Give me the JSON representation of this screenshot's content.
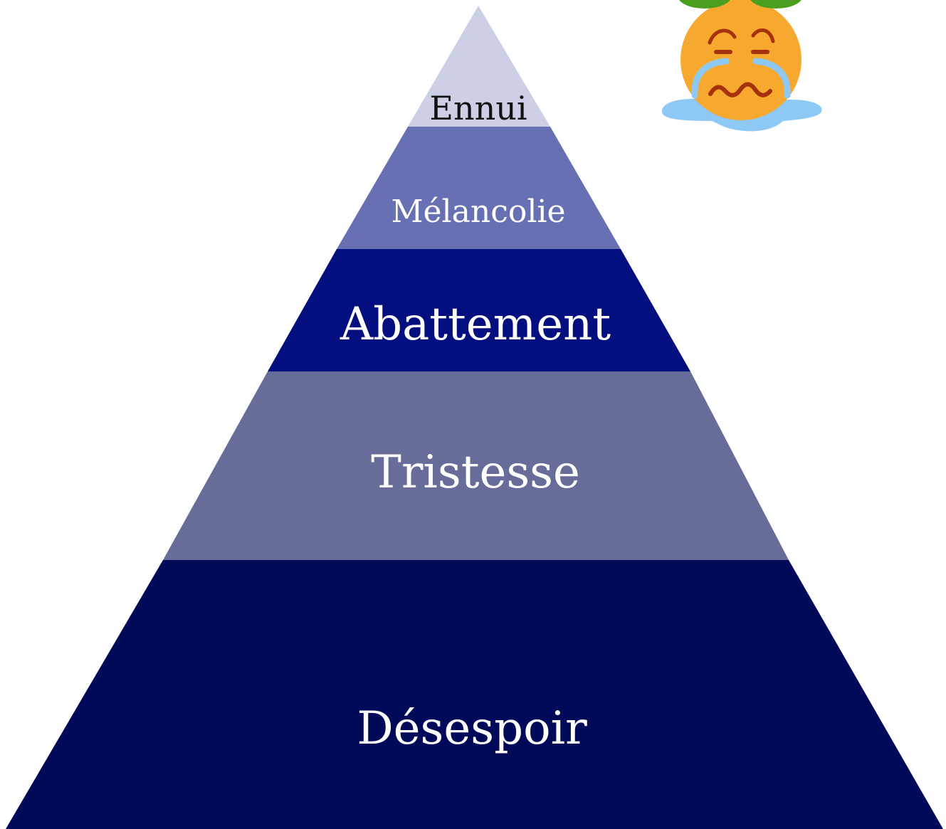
{
  "pyramid": {
    "levels": [
      {
        "label": "Ennui",
        "fill": "#CCCFE6",
        "text_color": "#111111"
      },
      {
        "label": "Mélancolie",
        "fill": "#6870B4",
        "text_color": "#FFFFFF"
      },
      {
        "label": "Abattement",
        "fill": "#040F7F",
        "text_color": "#FFFFFF"
      },
      {
        "label": "Tristesse",
        "fill": "#686C98",
        "text_color": "#FFFFFF"
      },
      {
        "label": "Désespoir",
        "fill": "#010959",
        "text_color": "#FFFFFF"
      }
    ]
  },
  "emoji": {
    "icon": "crying-orange-face-icon",
    "colors": {
      "face": "#F6A82F",
      "leaves": "#4B9E1E",
      "features": "#A5320C",
      "tears": "#8EC8F5"
    }
  }
}
